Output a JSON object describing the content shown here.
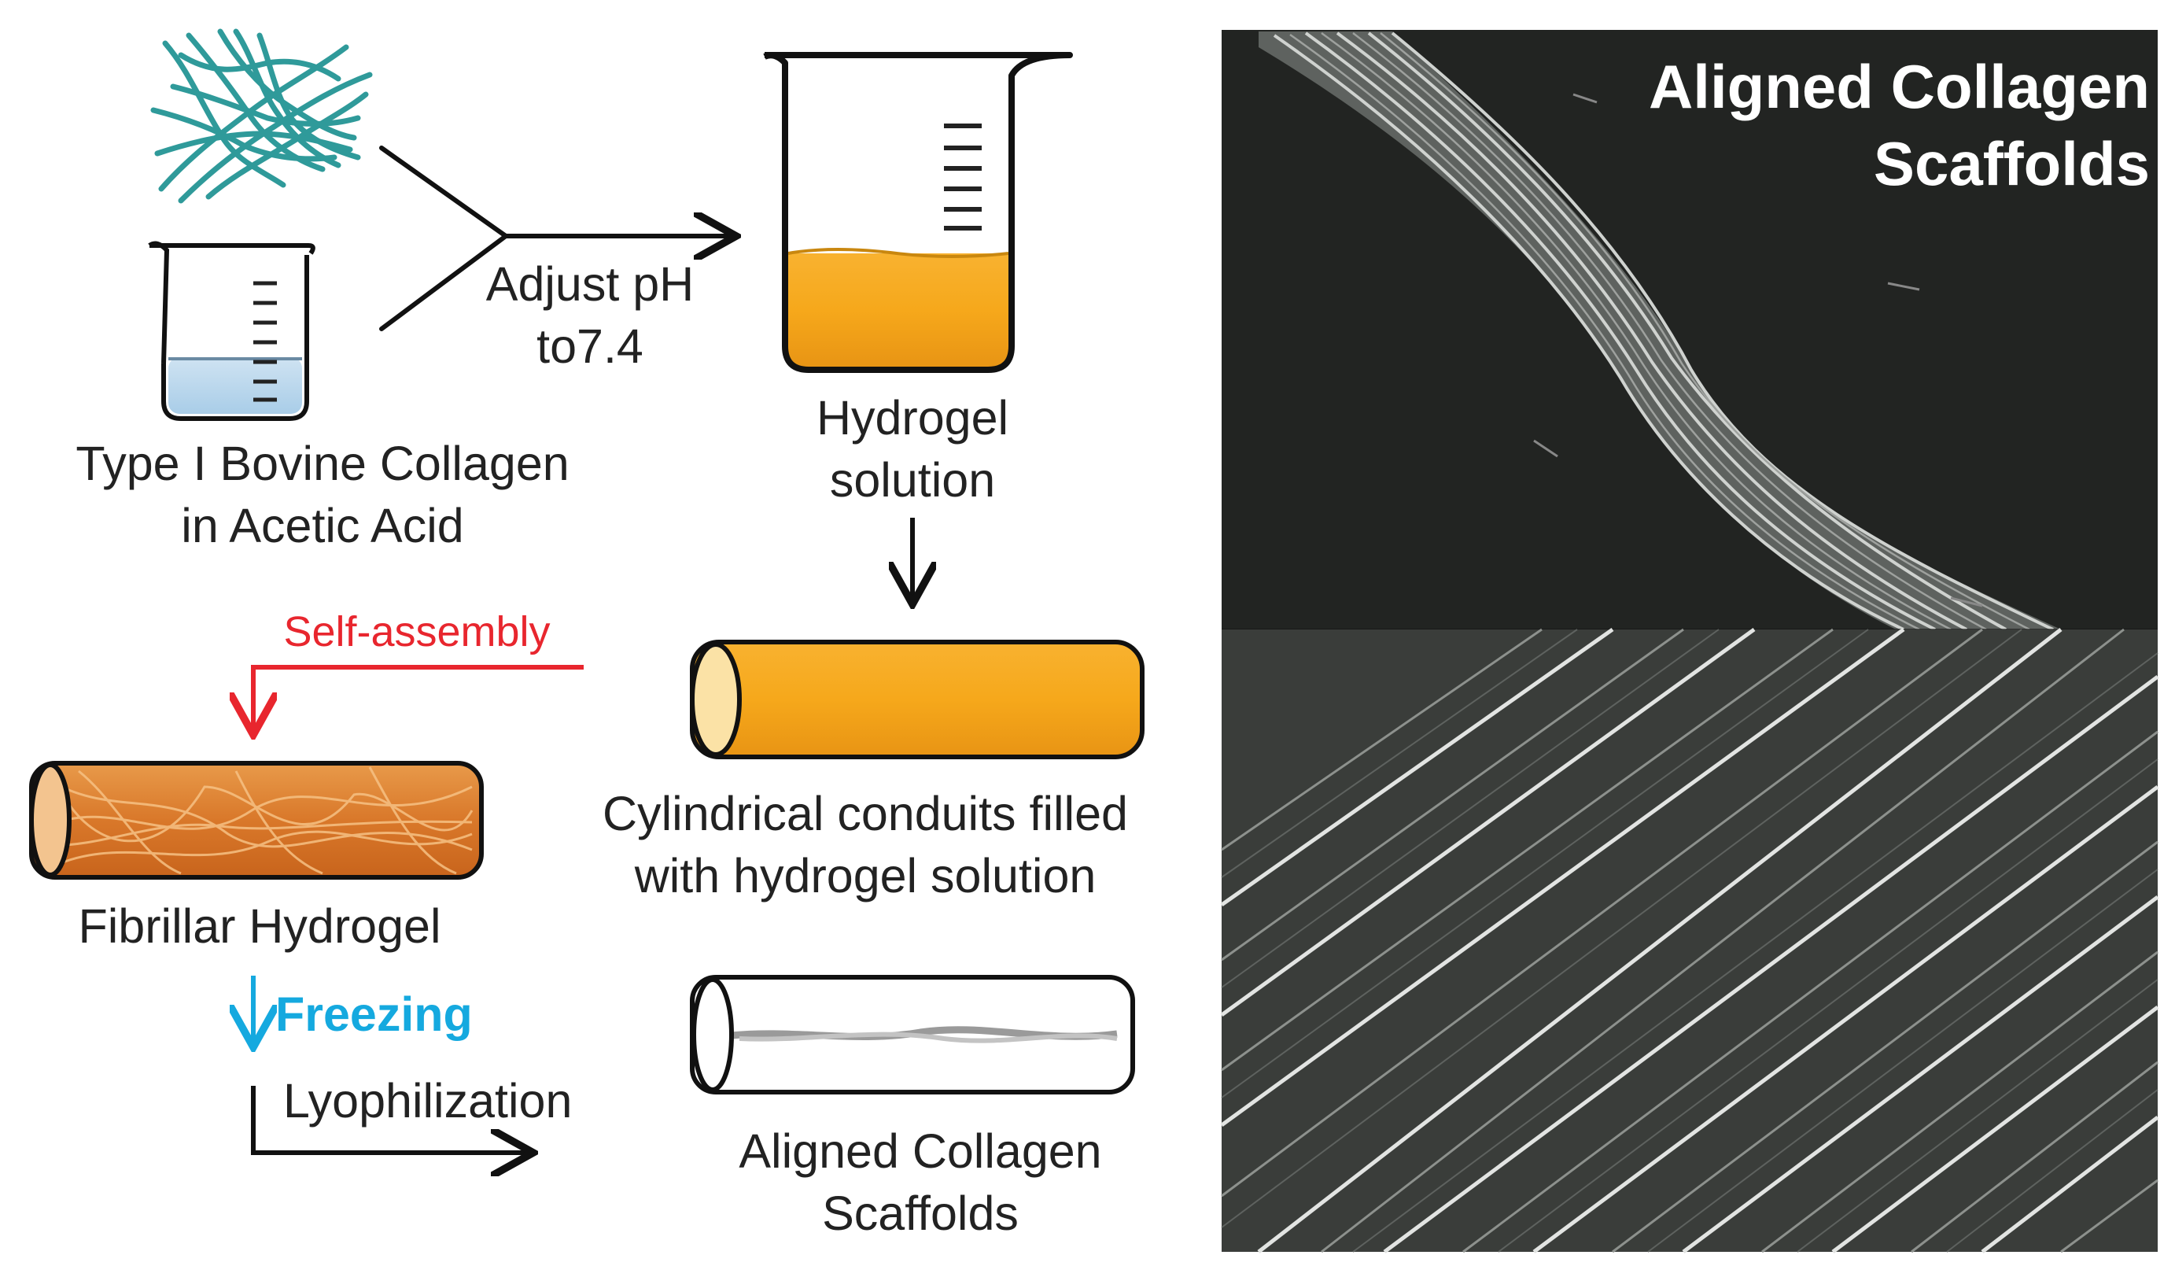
{
  "step_labels": {
    "collagen_source": [
      "Type I Bovine Collagen",
      "in Acetic Acid"
    ],
    "adjust_ph": [
      "Adjust pH",
      "to7.4"
    ],
    "hydrogel_solution": [
      "Hydrogel",
      "solution"
    ],
    "self_assembly": "Self-assembly",
    "fibrillar_hydrogel": "Fibrillar Hydrogel",
    "cylindrical_conduits": [
      "Cylindrical conduits filled",
      "with hydrogel solution"
    ],
    "freezing": "Freezing",
    "lyophilization": "Lyophilization",
    "aligned_scaffolds": [
      "Aligned Collagen",
      "Scaffolds"
    ]
  },
  "sem_panel": {
    "title": [
      "Aligned Collagen",
      "Scaffolds"
    ]
  },
  "colors": {
    "hydrogel_orange": "#f6a81b",
    "self_assembly_red": "#e8262e",
    "freezing_cyan": "#15a9df",
    "collagen_teal": "#2f9a9a",
    "sem_background": "#222422"
  }
}
